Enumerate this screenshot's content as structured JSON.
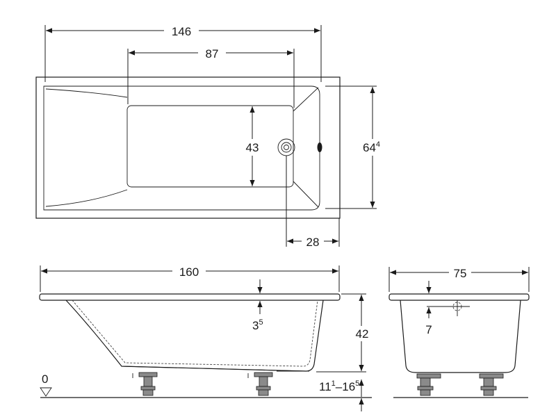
{
  "top_view": {
    "overall_length": "146",
    "inner_length": "87",
    "inner_width": "43",
    "overall_width": {
      "base": "64",
      "sup": "4"
    },
    "drain_offset": "28"
  },
  "side_view": {
    "length": "160",
    "rim_thickness": {
      "base": "3",
      "sup": "5"
    },
    "height": "42",
    "foot_range": {
      "base1": "11",
      "sup1": "1",
      "sep": "–",
      "base2": "16",
      "sup2": "5"
    },
    "floor_level": "0"
  },
  "end_view": {
    "width": "75",
    "overflow_offset": "7"
  }
}
